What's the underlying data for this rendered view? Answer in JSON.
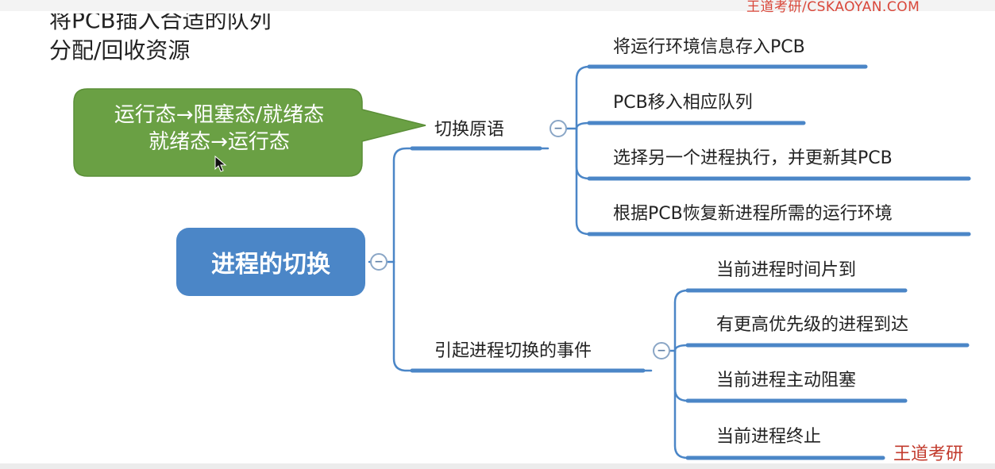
{
  "header": {
    "line1": "将PCB插入合适的队列",
    "line2": "分配/回收资源",
    "brand": "王道考研/CSKAOYAN.COM"
  },
  "callout": {
    "line1": "运行态→阻塞态/就绪态",
    "line2": "就绪态→运行态",
    "color": "#6aa044"
  },
  "root": {
    "label": "进程的切换",
    "color": "#4b86c7"
  },
  "branches": {
    "primitive": {
      "label": "切换原语",
      "steps": [
        "将运行环境信息存入PCB",
        "PCB移入相应队列",
        "选择另一个进程执行，并更新其PCB",
        "根据PCB恢复新进程所需的运行环境"
      ]
    },
    "events": {
      "label": "引起进程切换的事件",
      "items": [
        "当前进程时间片到",
        "有更高优先级的进程到达",
        "当前进程主动阻塞",
        "当前进程终止"
      ]
    }
  },
  "toggle_symbol": "−",
  "connector_color": "#4b86c7",
  "watermark": "王道考研"
}
